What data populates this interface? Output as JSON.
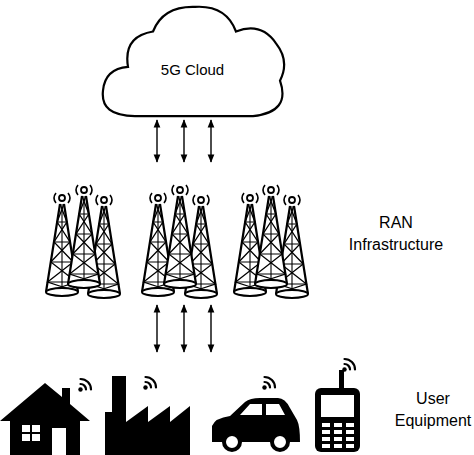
{
  "diagram": {
    "nodes": [
      {
        "text": [
          "5G Cloud"
        ]
      },
      {
        "text": [
          "RAN Infrastructure"
        ]
      },
      {
        "text": [
          "User Equipment"
        ]
      }
    ],
    "edges": [
      {
        "from": 0,
        "to": 1,
        "arrow": "both"
      },
      {
        "from": 0,
        "to": 1,
        "arrow": "both"
      },
      {
        "from": 0,
        "to": 1,
        "arrow": "both"
      },
      {
        "from": 1,
        "to": 2,
        "arrow": "both"
      },
      {
        "from": 1,
        "to": 2,
        "arrow": "both"
      },
      {
        "from": 1,
        "to": 2,
        "arrow": "both"
      }
    ]
  }
}
